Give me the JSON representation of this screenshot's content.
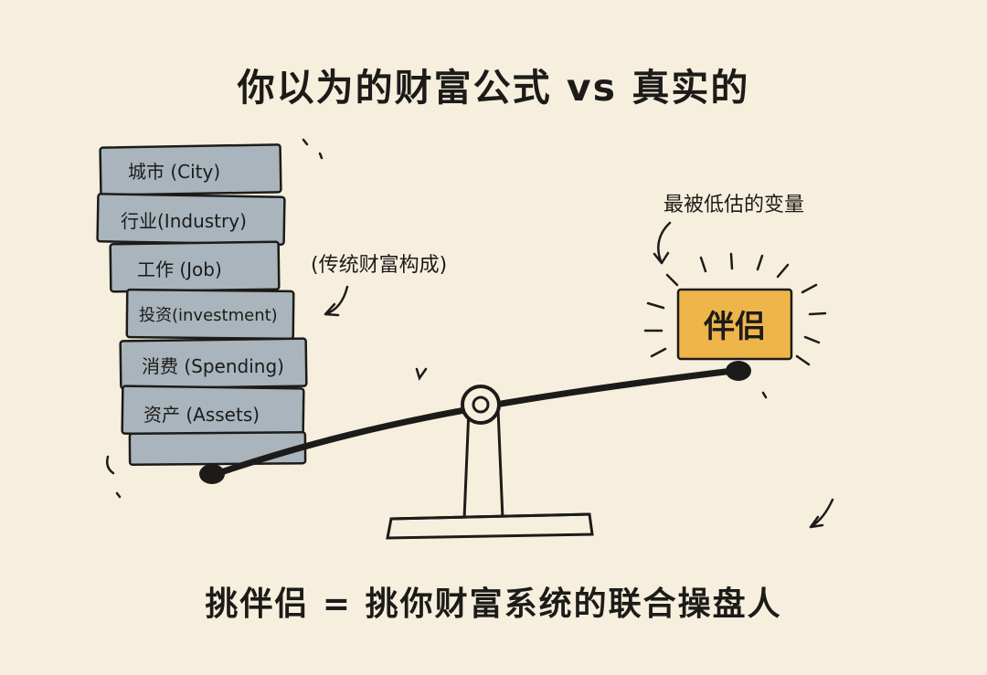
{
  "title": "你以为的财富公式 vs 真实的",
  "stack_note": "(传统财富构成)",
  "stack_blocks": [
    {
      "label": "城市 (City)"
    },
    {
      "label": "行业(Industry)"
    },
    {
      "label": "工作 (Job)"
    },
    {
      "label": "投资(investment)"
    },
    {
      "label": "消费 (Spending)"
    },
    {
      "label": "资产 (Assets)"
    }
  ],
  "partner": {
    "label": "伴侣",
    "note": "最被低估的变量"
  },
  "conclusion": "挑伴侣 = 挑你财富系统的联合操盘人",
  "colors": {
    "background": "#f6efdd",
    "block_fill": "#a9b4bc",
    "partner_fill": "#eeb54b",
    "ink": "#1c1b19"
  }
}
